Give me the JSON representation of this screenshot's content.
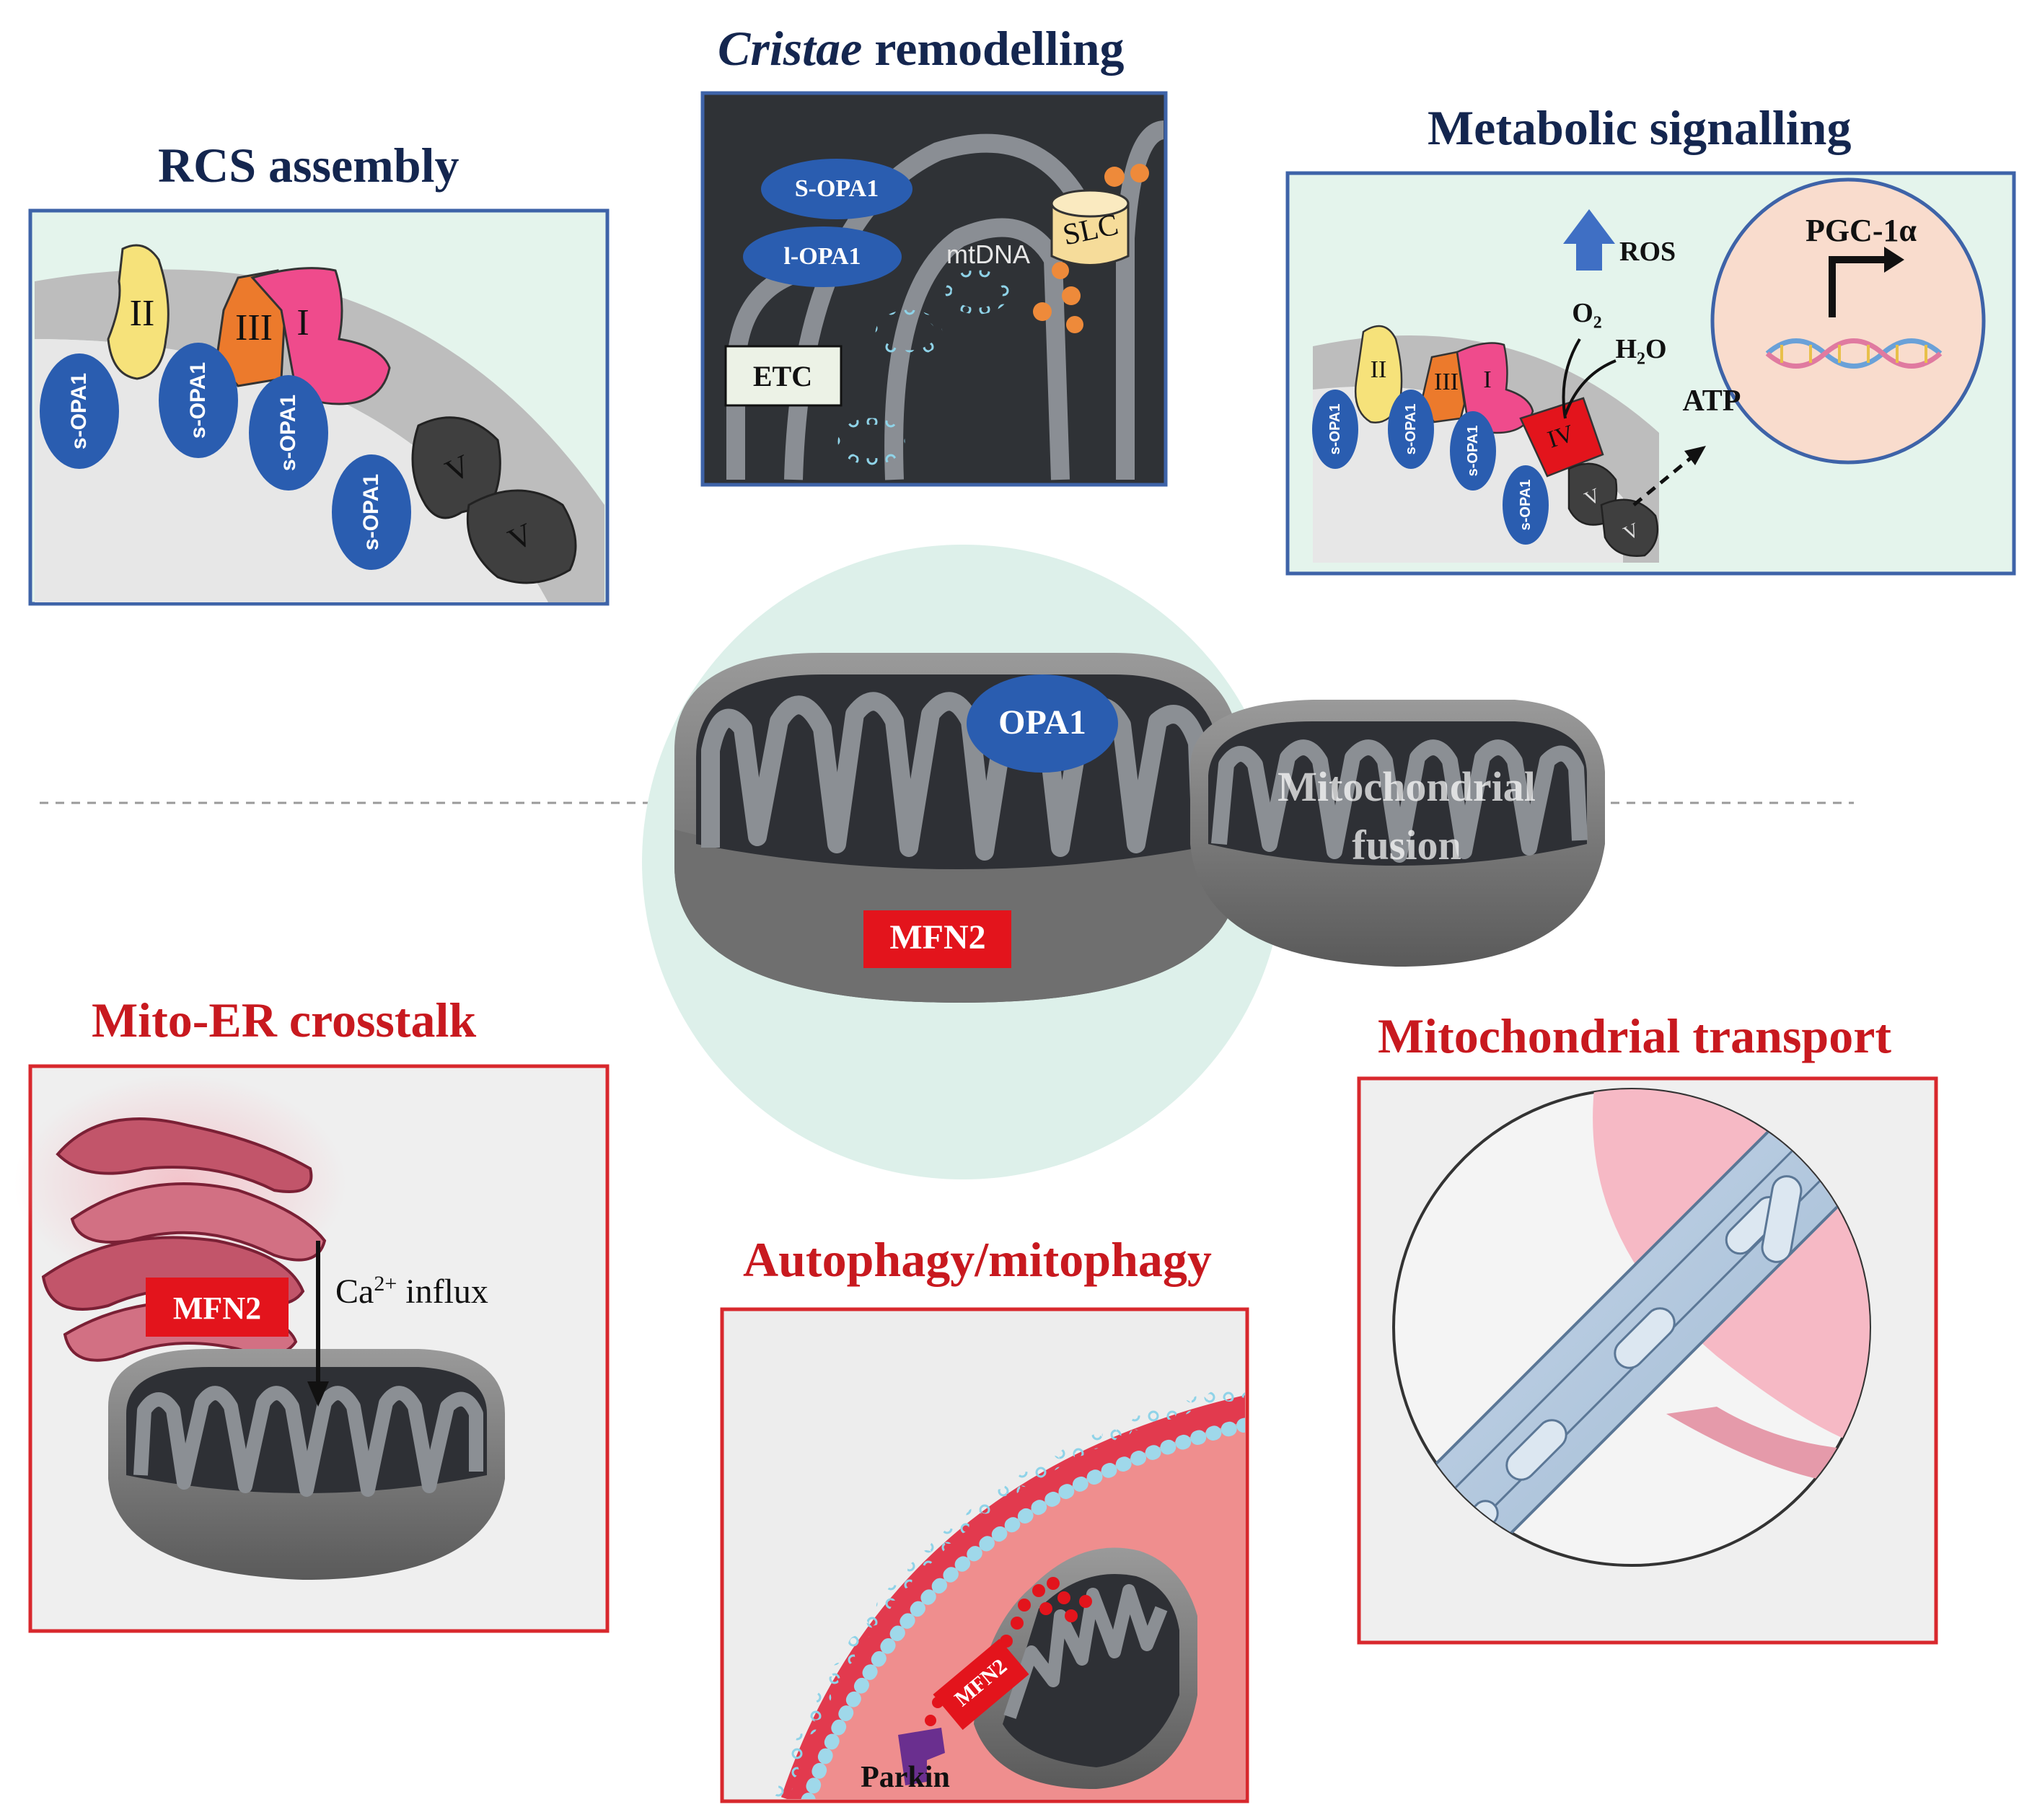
{
  "panels": {
    "cristae": {
      "title_italic": "Cristae",
      "title_rest": "remodelling",
      "s_opa1": "S-OPA1",
      "l_opa1": "l-OPA1",
      "mtdna": "mtDNA",
      "etc": "ETC",
      "slc": "SLC"
    },
    "rcs": {
      "title": "RCS assembly",
      "complex_ii": "II",
      "complex_iii": "III",
      "complex_i": "I",
      "complex_v": "V",
      "s_opa1": "s-OPA1"
    },
    "metabolic": {
      "title": "Metabolic signalling",
      "ros": "ROS",
      "pgc1a": "PGC-1α",
      "o2_base": "O",
      "o2_sub": "2",
      "h2o_h": "H",
      "h2o_sub": "2",
      "h2o_o": "O",
      "atp": "ATP",
      "complex_ii": "II",
      "complex_iii": "III",
      "complex_i": "I",
      "complex_iv": "IV",
      "complex_v": "V",
      "s_opa1": "s-OPA1"
    },
    "mito_er": {
      "title": "Mito-ER crosstalk",
      "mfn2": "MFN2",
      "ca_base": "Ca",
      "ca_sup": "2+",
      "influx": "influx"
    },
    "autophagy": {
      "title": "Autophagy/mitophagy",
      "mfn2": "MFN2",
      "parkin": "Parkin"
    },
    "transport": {
      "title": "Mitochondrial transport"
    }
  },
  "center": {
    "opa1": "OPA1",
    "mfn2": "MFN2",
    "fusion_line1": "Mitochondrial",
    "fusion_line2": "fusion"
  },
  "colors": {
    "top_title": "#14264f",
    "bottom_title": "#c8191f",
    "opa1_blue": "#2a5db0",
    "mfn2_red": "#e3141c",
    "top_frame": "#3e63a8",
    "bottom_frame": "#d8282d"
  }
}
